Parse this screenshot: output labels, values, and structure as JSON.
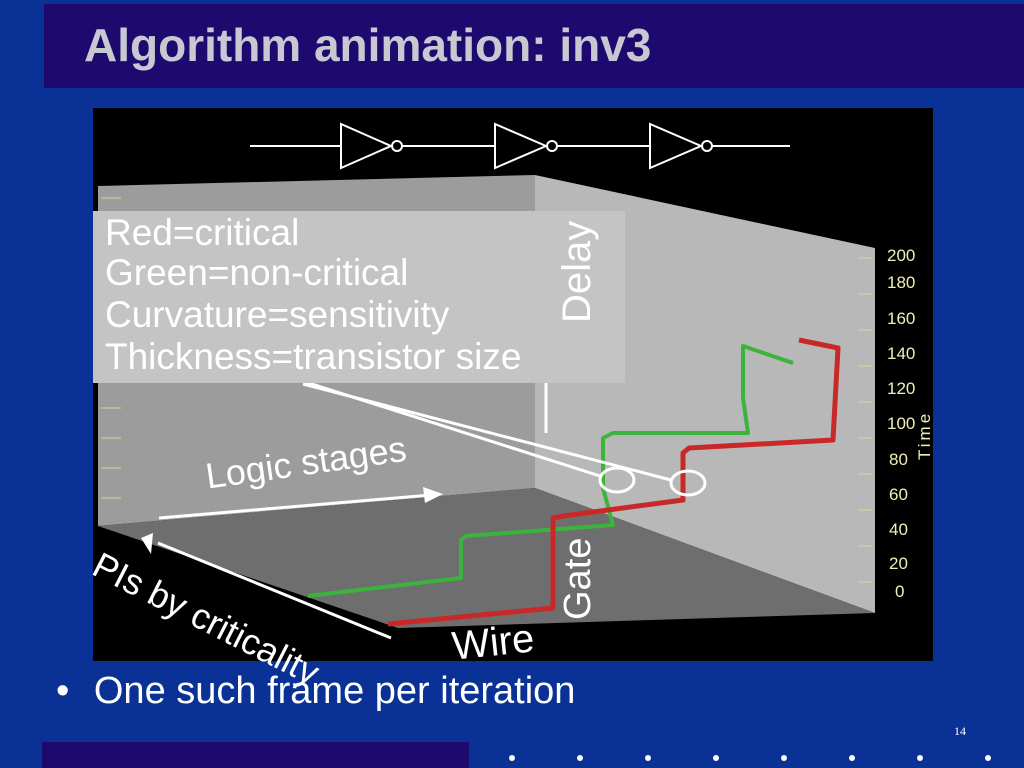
{
  "slide": {
    "title": "Algorithm animation: inv3",
    "bullet_marker": "•",
    "bullet_text": "One such frame per iteration",
    "page_number": "14"
  },
  "legend": {
    "lines": [
      "Red=critical",
      "Green=non-critical",
      "Curvature=sensitivity",
      "Thickness=transistor size"
    ]
  },
  "figure": {
    "labels": {
      "delay": "Delay",
      "logic_stages": "Logic stages",
      "pis_by_criticality": "PIs by criticality",
      "gate": "Gate",
      "wire": "Wire"
    },
    "time_axis": {
      "label": "Time",
      "ticks": [
        "200",
        "180",
        "160",
        "140",
        "120",
        "100",
        "80",
        "60",
        "40",
        "20",
        "0"
      ]
    },
    "inverter_count": 3,
    "colors": {
      "critical": "#c82828",
      "non_critical": "#3cb43c"
    }
  },
  "colors": {
    "background": "#0a3296",
    "title_bar": "#1e0a6e",
    "title_text": "#c8c8d2"
  }
}
